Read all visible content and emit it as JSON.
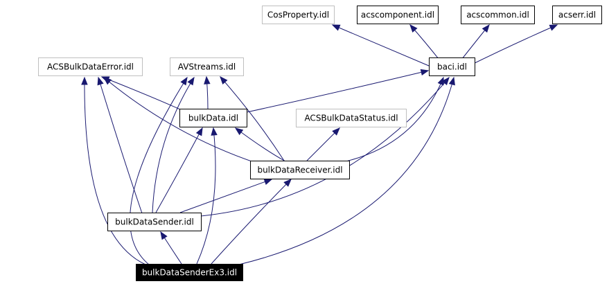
{
  "diagram": {
    "nodes": [
      {
        "id": "cosproperty",
        "label": "CosProperty.idl",
        "style": "external"
      },
      {
        "id": "acscomponent",
        "label": "acscomponent.idl",
        "style": "normal"
      },
      {
        "id": "acscommon",
        "label": "acscommon.idl",
        "style": "normal"
      },
      {
        "id": "acserr",
        "label": "acserr.idl",
        "style": "normal"
      },
      {
        "id": "acsbulkdataerror",
        "label": "ACSBulkDataError.idl",
        "style": "external"
      },
      {
        "id": "avstreams",
        "label": "AVStreams.idl",
        "style": "external"
      },
      {
        "id": "baci",
        "label": "baci.idl",
        "style": "normal"
      },
      {
        "id": "bulkdata",
        "label": "bulkData.idl",
        "style": "normal"
      },
      {
        "id": "acsbulkdatastatus",
        "label": "ACSBulkDataStatus.idl",
        "style": "external"
      },
      {
        "id": "bulkdatareceiver",
        "label": "bulkDataReceiver.idl",
        "style": "normal"
      },
      {
        "id": "bulkdatasender",
        "label": "bulkDataSender.idl",
        "style": "normal"
      },
      {
        "id": "bulkdatasenderex3",
        "label": "bulkDataSenderEx3.idl",
        "style": "root"
      }
    ],
    "edges": [
      {
        "from": "baci",
        "to": "cosproperty"
      },
      {
        "from": "baci",
        "to": "acscomponent"
      },
      {
        "from": "baci",
        "to": "acscommon"
      },
      {
        "from": "baci",
        "to": "acserr"
      },
      {
        "from": "bulkdata",
        "to": "acsbulkdataerror"
      },
      {
        "from": "bulkdata",
        "to": "avstreams"
      },
      {
        "from": "bulkdata",
        "to": "baci"
      },
      {
        "from": "bulkdatareceiver",
        "to": "acsbulkdataerror"
      },
      {
        "from": "bulkdatareceiver",
        "to": "avstreams"
      },
      {
        "from": "bulkdatareceiver",
        "to": "baci"
      },
      {
        "from": "bulkdatareceiver",
        "to": "bulkdata"
      },
      {
        "from": "bulkdatareceiver",
        "to": "acsbulkdatastatus"
      },
      {
        "from": "bulkdatasender",
        "to": "acsbulkdataerror"
      },
      {
        "from": "bulkdatasender",
        "to": "avstreams"
      },
      {
        "from": "bulkdatasender",
        "to": "baci"
      },
      {
        "from": "bulkdatasender",
        "to": "bulkdata"
      },
      {
        "from": "bulkdatasender",
        "to": "bulkdatareceiver"
      },
      {
        "from": "bulkdatasenderex3",
        "to": "acsbulkdataerror"
      },
      {
        "from": "bulkdatasenderex3",
        "to": "avstreams"
      },
      {
        "from": "bulkdatasenderex3",
        "to": "baci"
      },
      {
        "from": "bulkdatasenderex3",
        "to": "bulkdata"
      },
      {
        "from": "bulkdatasenderex3",
        "to": "bulkdatareceiver"
      },
      {
        "from": "bulkdatasenderex3",
        "to": "bulkdatasender"
      }
    ]
  },
  "colors": {
    "edge": "#191970",
    "node_border": "#000000",
    "external_border": "#bfbfbf",
    "external_text": "#000000",
    "root_fill": "#000000",
    "root_text": "#ffffff",
    "node_fill": "#ffffff"
  }
}
